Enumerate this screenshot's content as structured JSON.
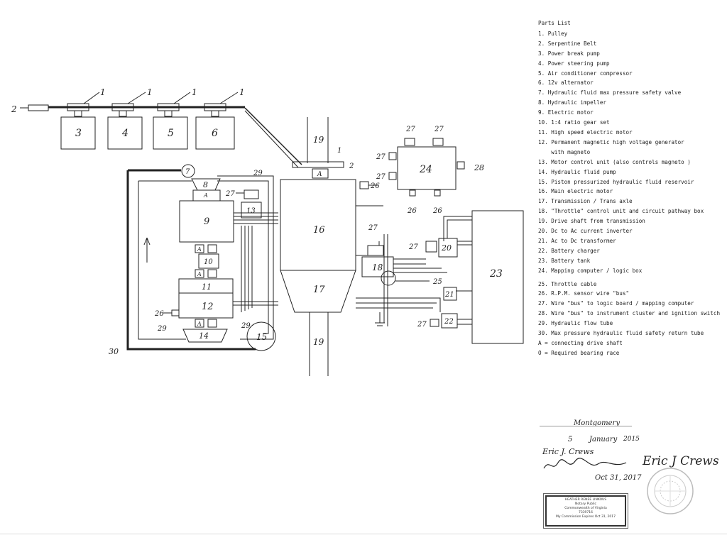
{
  "labels": {
    "l1": "1",
    "l2": "2",
    "l3": "3",
    "l4": "4",
    "l5": "5",
    "l6": "6",
    "l7": "7",
    "l8": "8",
    "l9": "9",
    "l10": "10",
    "l11": "11",
    "l12": "12",
    "l13": "13",
    "l14": "14",
    "l15": "15",
    "l16": "16",
    "l17": "17",
    "l18": "18",
    "l19": "19",
    "l20": "20",
    "l21": "21",
    "l22": "22",
    "l23": "23",
    "l24": "24",
    "l25": "25",
    "l26": "26",
    "l27": "27",
    "l28": "28",
    "l29": "29",
    "l30": "30",
    "a": "A"
  },
  "parts_list": {
    "title": "Parts List",
    "items": [
      "1. Pulley",
      "2. Serpentine Belt",
      "3. Power break pump",
      "4. Power steering pump",
      "5. Air conditioner compressor",
      "6. 12v alternator",
      "7. Hydraulic fluid max pressure safety valve",
      "8. Hydraulic impeller",
      "9. Electric motor",
      "10. 1:4 ratio gear set",
      "11. High speed electric motor",
      "12. Permanent magnetic high voltage generator",
      "    with magneto",
      "13. Motor control unit (also controls magneto )",
      "14. Hydraulic fluid pump",
      "15. Piston pressurized hydraulic fluid reservoir",
      "16. Main electric motor",
      "17. Transmission / Trans axle",
      "18. \"Throttle\" control unit and circuit pathway box",
      "19. Drive shaft from transmission",
      "20. Dc to Ac current inverter",
      "21. Ac to Dc transformer",
      "22. Battery charger",
      "23. Battery tank",
      "24. Mapping computer / logic box"
    ],
    "items2": [
      "25. Throttle cable",
      "26. R.P.M. sensor wire \"bus\"",
      "27. Wire \"bus\" to logic board / mapping computer",
      "28. Wire \"bus\" to instrument cluster and ignition switch",
      "29. Hydraulic flow tube",
      "30. Max pressure hydraulic fluid safety return tube",
      "A = connecting drive shaft",
      "O = Required bearing race"
    ]
  },
  "notary": {
    "county": "Montgomery",
    "day": "5",
    "month": "January",
    "year": "2015",
    "signer": "Eric J. Crews",
    "expires": "Oct 31, 2017",
    "stamp_lines": [
      "HEATHER RENEE LINKOUS",
      "Notary Public",
      "Commonwealth of Virginia",
      "7339716",
      "My Commission Expires Oct 31, 2017"
    ]
  },
  "signature": "Eric J Crews"
}
